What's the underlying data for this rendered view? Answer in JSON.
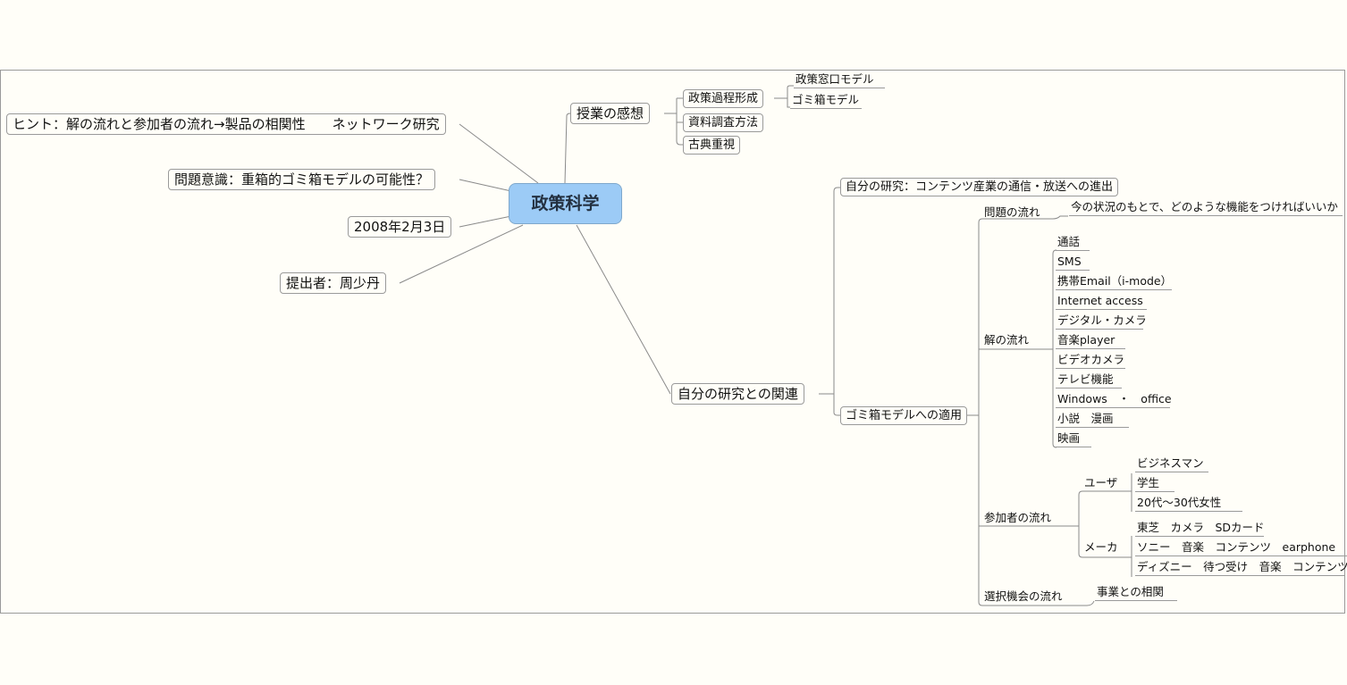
{
  "center": "政策科学",
  "left": {
    "hint": "ヒント：解の流れと参加者の流れ→製品の相関性　　ネットワーク研究",
    "issue": "問題意識：重箱的ゴミ箱モデルの可能性？",
    "date": "2008年2月3日",
    "author": "提出者：周少丹"
  },
  "impressions": {
    "label": "授業の感想",
    "policy_process": {
      "label": "政策過程形成",
      "children": [
        "政策窓口モデル",
        "ゴミ箱モデル"
      ]
    },
    "research_method": "資料調査方法",
    "classics": "古典重視"
  },
  "relation": {
    "label": "自分の研究との関連",
    "my_research": "自分の研究：コンテンツ産業の通信・放送への進出",
    "garbage_apply": {
      "label": "ゴミ箱モデルへの適用",
      "problem": {
        "label": "問題の流れ",
        "child": "今の状況のもとで、どのような機能をつければいいか"
      },
      "solution": {
        "label": "解の流れ",
        "items": [
          "通話",
          "SMS",
          "携帯Email（i-mode）",
          "Internet access",
          "デジタル・カメラ",
          "音楽player",
          "ビデオカメラ",
          "テレビ機能",
          "Windows　・　office",
          "小説　漫画",
          "映画"
        ]
      },
      "participants": {
        "label": "参加者の流れ",
        "user": {
          "label": "ユーザ",
          "items": [
            "ビジネスマン",
            "学生",
            "20代～30代女性"
          ]
        },
        "maker": {
          "label": "メーカ",
          "items": [
            "東芝　カメラ　SDカード",
            "ソニー　音楽　コンテンツ　earphone",
            "ディズニー　待つ受け　音楽　コンテンツ"
          ]
        }
      },
      "choice": {
        "label": "選択機会の流れ",
        "child": "事業との相関"
      }
    }
  }
}
